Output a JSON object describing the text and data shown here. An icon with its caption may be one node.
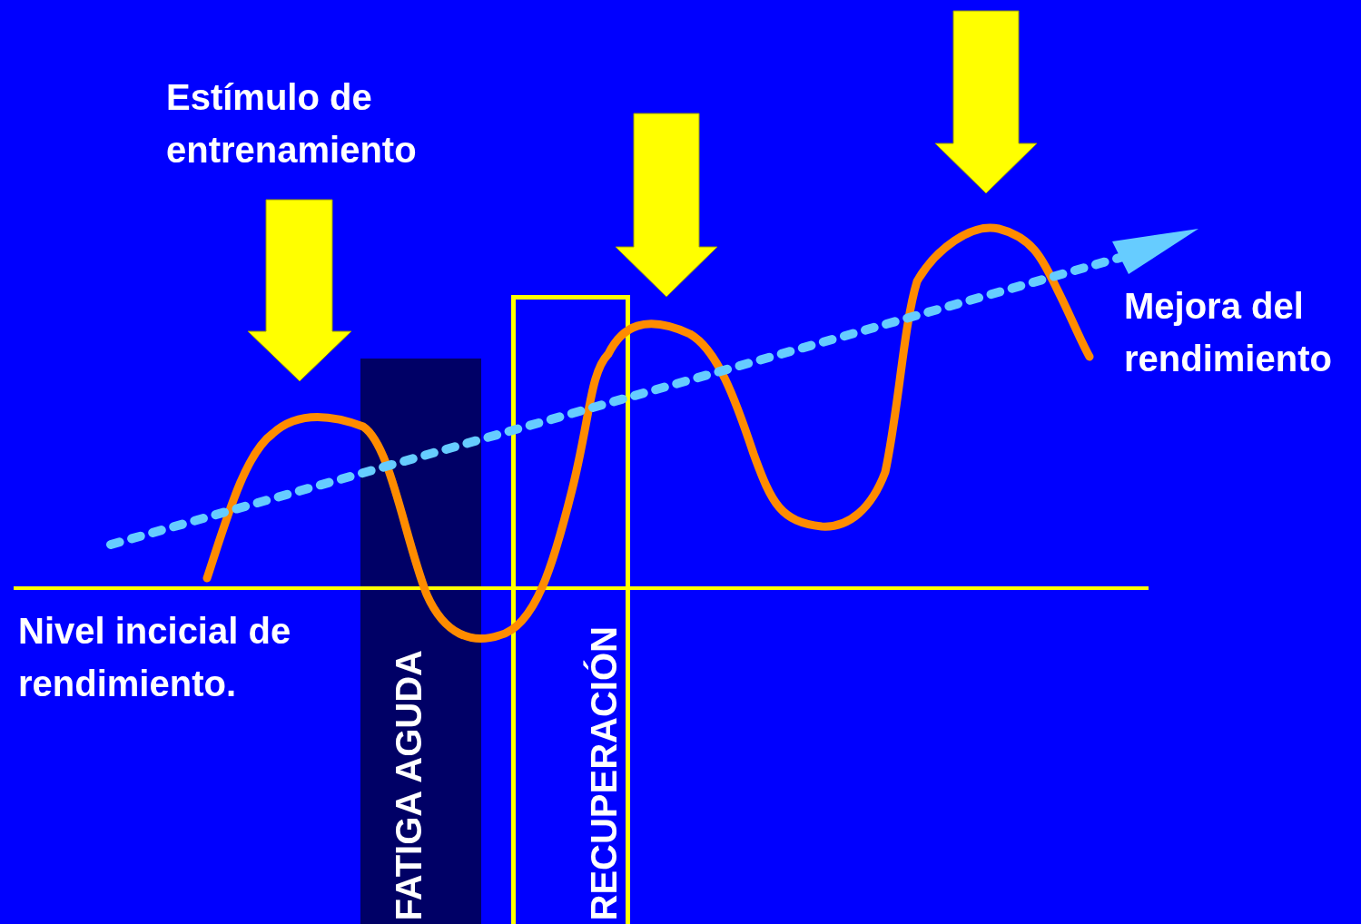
{
  "diagram": {
    "nodes": [
      {
        "text": [
          "FATIGA AGUDA"
        ]
      },
      {
        "text": [
          "RECUPERACIÓN"
        ]
      }
    ],
    "edges": [],
    "labels": [
      "Estímulo de entrenamiento",
      "Mejora del rendimiento",
      "Nivel incicial de rendimiento."
    ]
  }
}
